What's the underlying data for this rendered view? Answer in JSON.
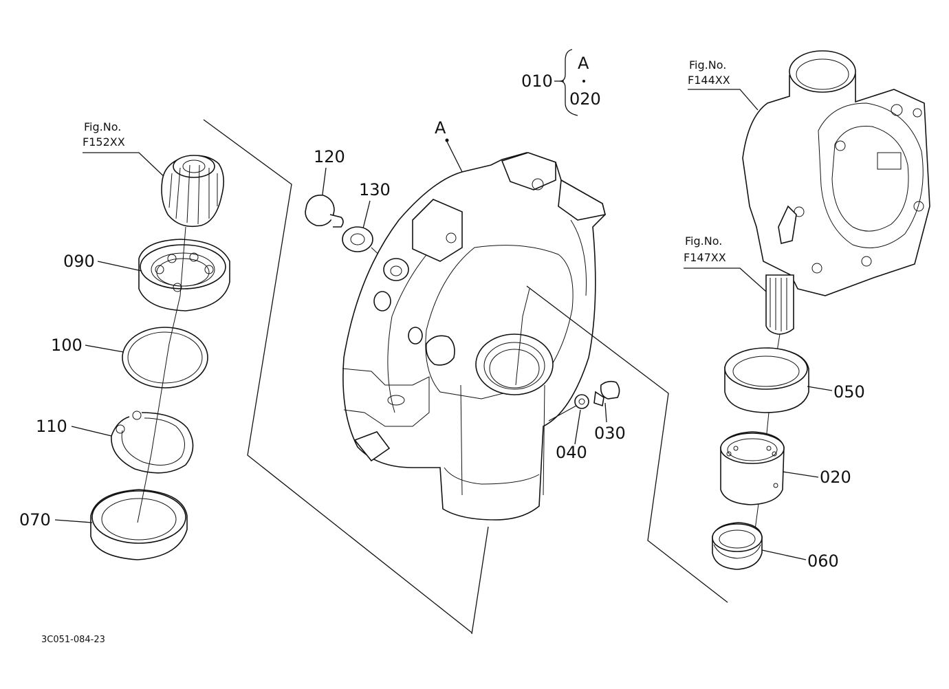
{
  "callouts": {
    "p010": "010",
    "a_top": "A",
    "p020_top": "020",
    "a_main": "A",
    "p120": "120",
    "p130": "130",
    "p090": "090",
    "p100": "100",
    "p110": "110",
    "p070": "070",
    "p040": "040",
    "p030": "030",
    "p050": "050",
    "p020": "020",
    "p060": "060"
  },
  "fig_refs": {
    "f152": {
      "title": "Fig.No.",
      "code": "F152XX"
    },
    "f144": {
      "title": "Fig.No.",
      "code": "F144XX"
    },
    "f147": {
      "title": "Fig.No.",
      "code": "F147XX"
    }
  },
  "drawing_code": "3C051-084-23"
}
